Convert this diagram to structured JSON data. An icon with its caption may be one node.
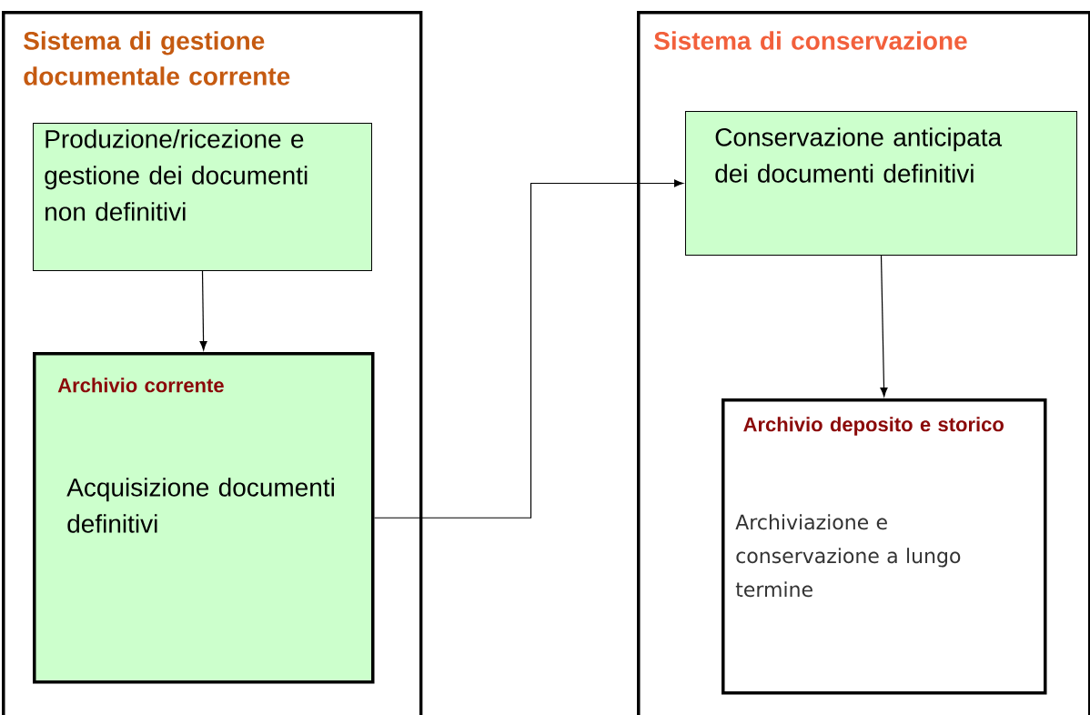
{
  "diagram": {
    "nodes": [
      {
        "text": [
          "Sistema di gestione documentale corrente"
        ]
      },
      {
        "text": [
          "Produzione/ricezione e gestione dei documenti non definitivi"
        ],
        "in": 0
      },
      {
        "text": [
          "Archivio corrente",
          "Acquisizione documenti definitivi"
        ],
        "in": 0
      },
      {
        "text": [
          "Sistema di conservazione"
        ]
      },
      {
        "text": [
          "Conservazione anticipata dei documenti definitivi"
        ],
        "in": 3
      },
      {
        "text": [
          "Archivio deposito e storico",
          "Archiviazione e conservazione a lungo termine"
        ],
        "in": 3
      }
    ],
    "edges": [
      {
        "from": 1,
        "to": 2,
        "arrow": "to"
      },
      {
        "from": 2,
        "to": 4,
        "arrow": "to"
      },
      {
        "from": 4,
        "to": 5,
        "arrow": "to"
      }
    ]
  }
}
